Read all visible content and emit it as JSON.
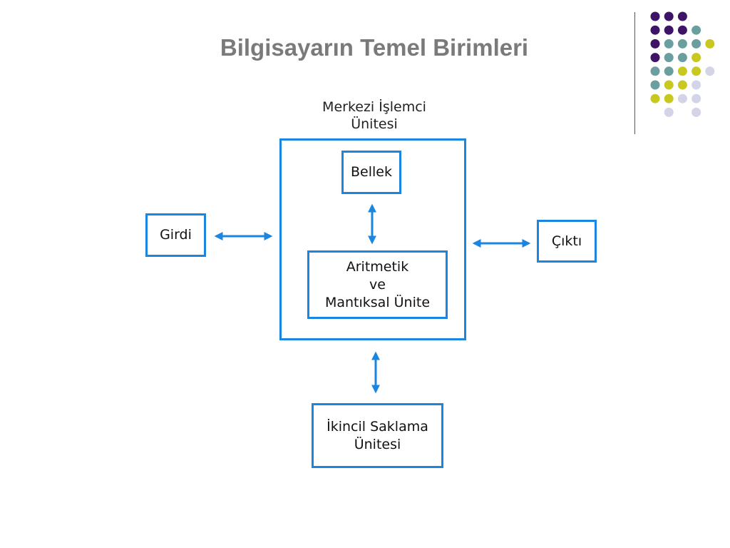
{
  "slide": {
    "title": "Bilgisayarın Temel Birimleri"
  },
  "colors": {
    "box_border": "#1a86e0",
    "arrow": "#1a86e0",
    "title": "#7a7a7a",
    "dot_purple": "#3d1466",
    "dot_teal": "#6b9e9e",
    "dot_yellow": "#c8c820",
    "dot_lavender": "#d4d4e8"
  },
  "diagram": {
    "cpu_label_line1": "Merkezi İşlemci",
    "cpu_label_line2": "Ünitesi",
    "memory": "Bellek",
    "alu_line1": "Aritmetik",
    "alu_line2": "ve",
    "alu_line3": "Mantıksal Ünite",
    "input": "Girdi",
    "output": "Çıktı",
    "storage_line1": "İkincil Saklama",
    "storage_line2": "Ünitesi"
  },
  "decoration": {
    "dot_grid": [
      [
        "purple",
        "purple",
        "purple",
        null,
        null
      ],
      [
        "purple",
        "purple",
        "purple",
        "teal",
        null
      ],
      [
        "purple",
        "teal",
        "teal",
        "teal",
        "yellow"
      ],
      [
        "purple",
        "teal",
        "teal",
        "yellow",
        null
      ],
      [
        "teal",
        "teal",
        "yellow",
        "yellow",
        "lavender"
      ],
      [
        "teal",
        "yellow",
        "yellow",
        "lavender",
        null
      ],
      [
        "yellow",
        "yellow",
        "lavender",
        "lavender",
        null
      ],
      [
        null,
        "lavender",
        null,
        "lavender",
        null
      ]
    ]
  }
}
